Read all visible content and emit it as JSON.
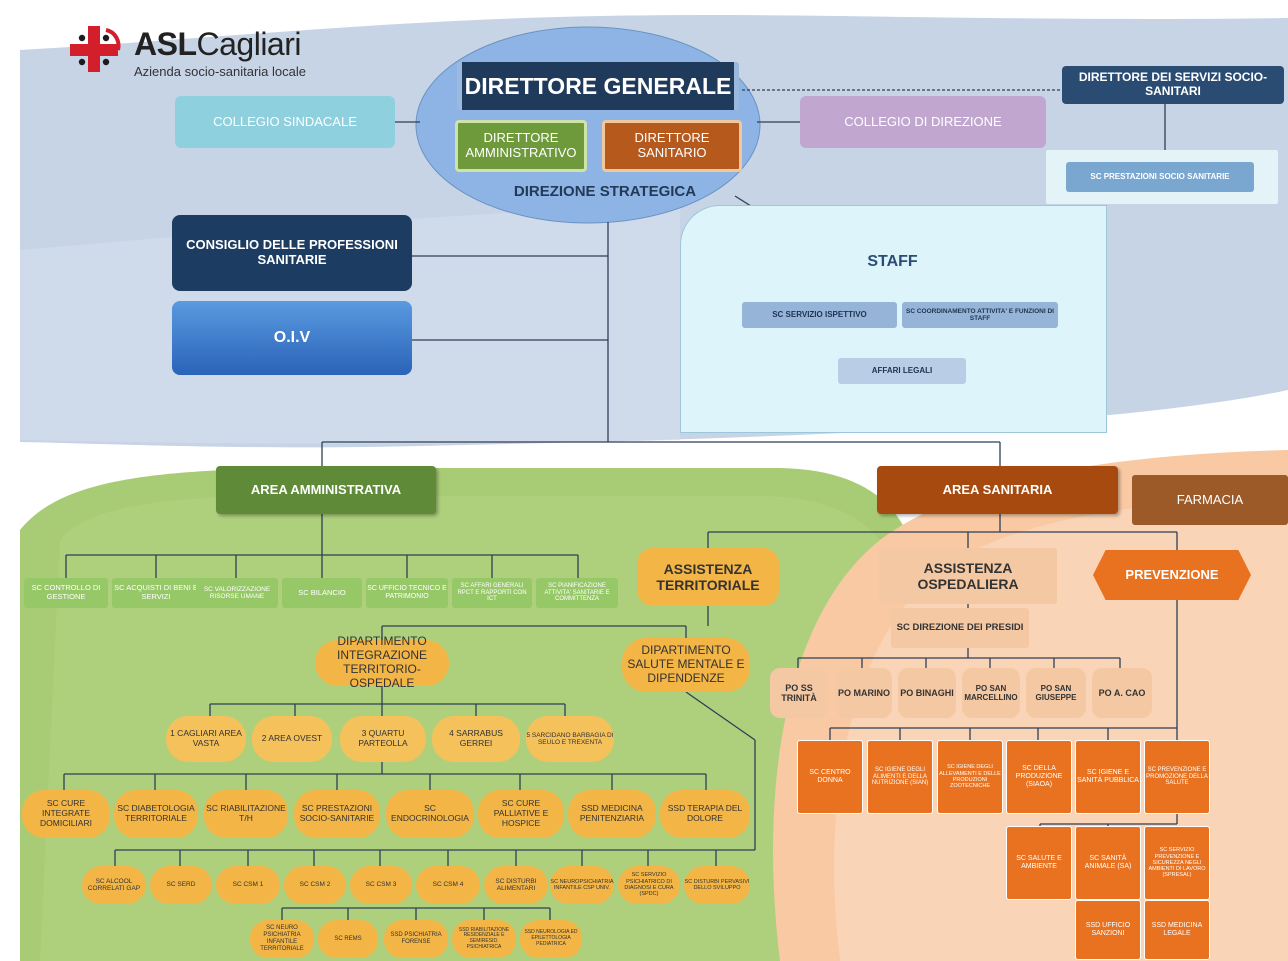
{
  "logo": {
    "name_bold": "ASL",
    "name_rest": "Cagliari",
    "subtitle": "Azienda socio-sanitaria locale"
  },
  "direzione": {
    "dg": "DIRETTORE GENERALE",
    "da": "DIRETTORE AMMINISTRATIVO",
    "ds": "DIRETTORE SANITARIO",
    "label": "DIREZIONE STRATEGICA"
  },
  "collegio_sindacale": "COLLEGIO SINDACALE",
  "collegio_direzione": "COLLEGIO DI DIREZIONE",
  "dir_servizi": "DIRETTORE DEI SERVIZI SOCIO- SANITARI",
  "sc_prestazioni": "SC PRESTAZIONI SOCIO SANITARIE",
  "consiglio": "CONSIGLIO DELLE PROFESSIONI SANITARIE",
  "oiv": "O.I.V",
  "staff": {
    "title": "STAFF",
    "ispettivo": "SC SERVIZIO ISPETTIVO",
    "coordinamento": "SC COORDINAMENTO ATTIVITA' E FUNZIONI DI STAFF",
    "legali": "AFFARI LEGALI"
  },
  "area_amm": {
    "title": "AREA AMMINISTRATIVA",
    "items": [
      "SC CONTROLLO DI GESTIONE",
      "SC ACQUISTI DI BENI E SERVIZI",
      "SC VALORIZZAZIONE RISORSE UMANE",
      "SC BILANCIO",
      "SC UFFICIO TECNICO E PATRIMONIO",
      "SC AFFARI GENERALI RPCT E RAPPORTI CON ICT",
      "SC PIANIFICAZIONE ATTIVITA' SANITARIE E COMMITTENZA"
    ]
  },
  "area_san": {
    "title": "AREA SANITARIA",
    "farmacia": "FARMACIA",
    "assistenza_terr": "ASSISTENZA TERRITORIALE",
    "assistenza_osp": "ASSISTENZA OSPEDALIERA",
    "prevenzione": "PREVENZIONE",
    "sc_direzione_presidi": "SC DIREZIONE DEI PRESIDI",
    "presidi": [
      "PO SS TRINITÀ",
      "PO MARINO",
      "PO BINAGHI",
      "PO SAN MARCELLINO",
      "PO SAN GIUSEPPE",
      "PO A. CAO"
    ],
    "prev_row1": [
      "SC CENTRO DONNA",
      "SC IGIENE DEGLI ALIMENTI E DELLA NUTRIZIONE (SIAN)",
      "SC IGIENE DEGLI ALLEVAMENTI E DELLE PRODUZIONI ZOOTECNICHE",
      "SC DELLA PRODUZIONE (SIAOA)",
      "SC IGIENE E SANITÀ PUBBLICA",
      "SC PREVENZIONE E PROMOZIONE DELLA SALUTE"
    ],
    "prev_row2": [
      "SC SALUTE E AMBIENTE",
      "SC SANITÀ ANIMALE (SA)",
      "SC SERVIZIO PREVENZIONE E SICUREZZA NEGLI AMBIENTI DI LAVORO (SPRESAL)"
    ],
    "prev_row3": [
      "SSD UFFICIO SANZIONI",
      "SSD MEDICINA LEGALE"
    ]
  },
  "territorio": {
    "dipartimento_integrazione": "DIPARTIMENTO INTEGRAZIONE TERRITORIO-OSPEDALE",
    "dipartimento_salute_mentale": "DIPARTIMENTO SALUTE MENTALE E DIPENDENZE",
    "distretti": [
      "1 CAGLIARI AREA VASTA",
      "2 AREA OVEST",
      "3 QUARTU PARTEOLLA",
      "4 SARRABUS GERREI",
      "5 SARCIDANO BARBAGIA DI SEULO E TREXENTA"
    ],
    "servizi": [
      "SC CURE INTEGRATE DOMICILIARI",
      "SC DIABETOLOGIA TERRITORIALE",
      "SC RIABILITAZIONE T/H",
      "SC PRESTAZIONI SOCIO-SANITARIE",
      "SC ENDOCRINOLOGIA",
      "SC CURE PALLIATIVE E HOSPICE",
      "SSD MEDICINA PENITENZIARIA",
      "SSD TERAPIA DEL DOLORE"
    ],
    "salute_mentale": [
      "SC ALCOOL CORRELATI GAP",
      "SC SERD",
      "SC CSM 1",
      "SC CSM 2",
      "SC CSM 3",
      "SC CSM 4",
      "SC DISTURBI ALIMENTARI",
      "SC NEUROPSICHIATRIA INFANTILE CSP UNIV.",
      "SC SERVIZIO PSICHIATRICO DI DIAGNOSI E CURA (SPDC)",
      "SC DISTURBI PERVASIVI DELLO SVILUPPO"
    ],
    "bottom": [
      "SC NEURO PSICHIATRIA INFANTILE TERRITORIALE",
      "SC REMS",
      "SSD PSICHIATRIA FORENSE",
      "SSD RIABILITAZIONE RESIDENZIALE E SEMIRESID. PSICHIATRICA",
      "SSD NEUROLOGIA ED EPILETTOLOGIA PEDIATRICA"
    ]
  },
  "colors": {
    "navy": "#1f3a5a",
    "green": "#5f8a38",
    "orange": "#e8721f",
    "yellow": "#f3b545"
  }
}
